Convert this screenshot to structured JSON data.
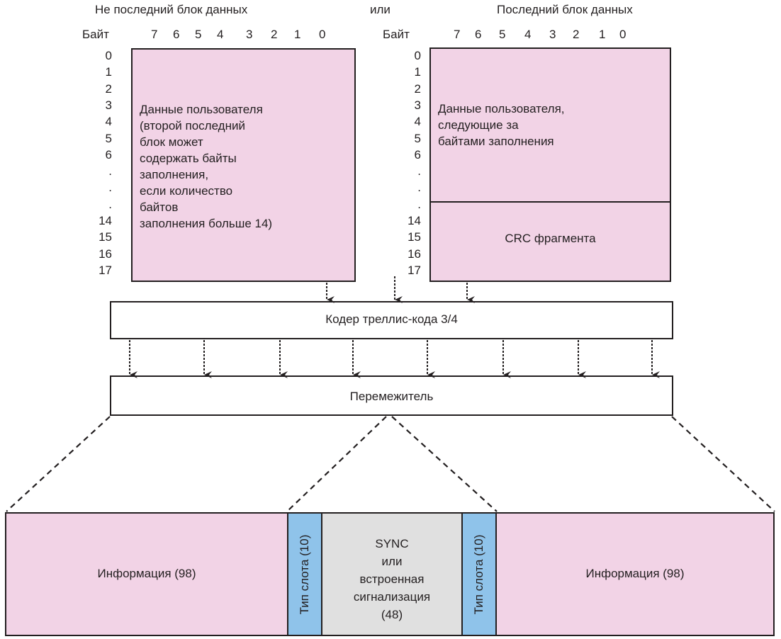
{
  "titles": {
    "left": "Не последний блок данных",
    "or": "или",
    "right": "Последний блок данных"
  },
  "byte_label": "Байт",
  "bit_labels": [
    "7",
    "6",
    "5",
    "4",
    "3",
    "2",
    "1",
    "0"
  ],
  "row_labels": [
    "0",
    "1",
    "2",
    "3",
    "4",
    "5",
    "6",
    ".",
    ".",
    ".",
    "14",
    "15",
    "16",
    "17"
  ],
  "left_block": {
    "lines": [
      "Данные пользователя",
      "(второй последний",
      "блок может",
      "содержать байты",
      "заполнения,",
      "если количество",
      "байтов",
      "заполнения больше 14)"
    ]
  },
  "right_block": {
    "data_lines": [
      "Данные пользователя,",
      "следующие за",
      "байтами заполнения"
    ],
    "crc_label": "CRC фрагмента"
  },
  "encoder": {
    "label": "Кодер треллис-кода 3/4"
  },
  "interleaver": {
    "label": "Перемежитель"
  },
  "burst": {
    "info_left": "Информация (98)",
    "slot_type_left": "Тип слота (10)",
    "sync_lines": [
      "SYNC",
      "или",
      "встроенная",
      "сигнализация",
      "(48)"
    ],
    "slot_type_right": "Тип слота (10)",
    "info_right": "Информация (98)"
  },
  "colors": {
    "data_fill": "#f2d3e6",
    "slot_type_fill": "#8fc3ea",
    "sync_fill": "#e0e0e0",
    "stroke": "#231f20"
  }
}
